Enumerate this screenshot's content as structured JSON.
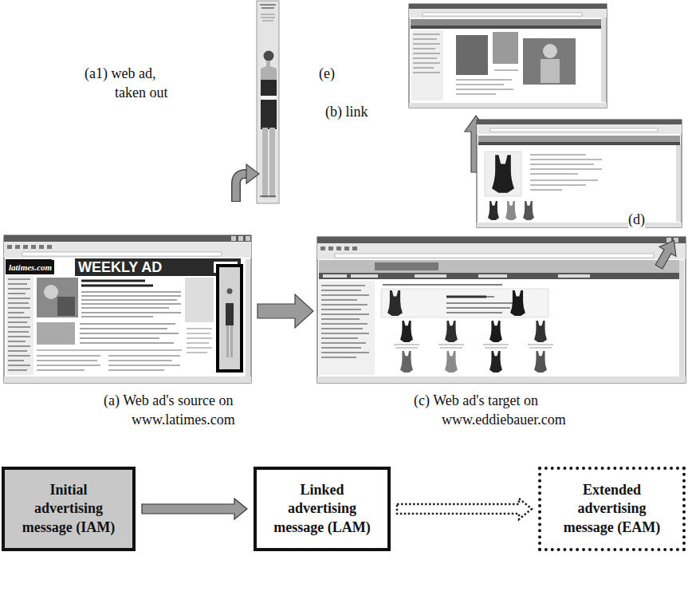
{
  "diagram": {
    "nodes": [
      {
        "text": [
          "Initial advertising message (IAM)"
        ]
      },
      {
        "text": [
          "Linked advertising message (LAM)"
        ]
      },
      {
        "text": [
          "Extended advertising message (EAM)"
        ]
      }
    ],
    "edges": [
      {
        "from": 0,
        "to": 1,
        "arrow": "to"
      },
      {
        "from": 1,
        "to": 2,
        "arrow": "to"
      }
    ],
    "labels": [
      "(a1) web ad, taken out",
      "(e)",
      "(b) link",
      "(d)",
      "latimes.com",
      "WEEKLY AD",
      "(a) Web ad's source on www.latimes.com",
      "(c) Web ad's target on www.eddiebauer.com"
    ]
  }
}
